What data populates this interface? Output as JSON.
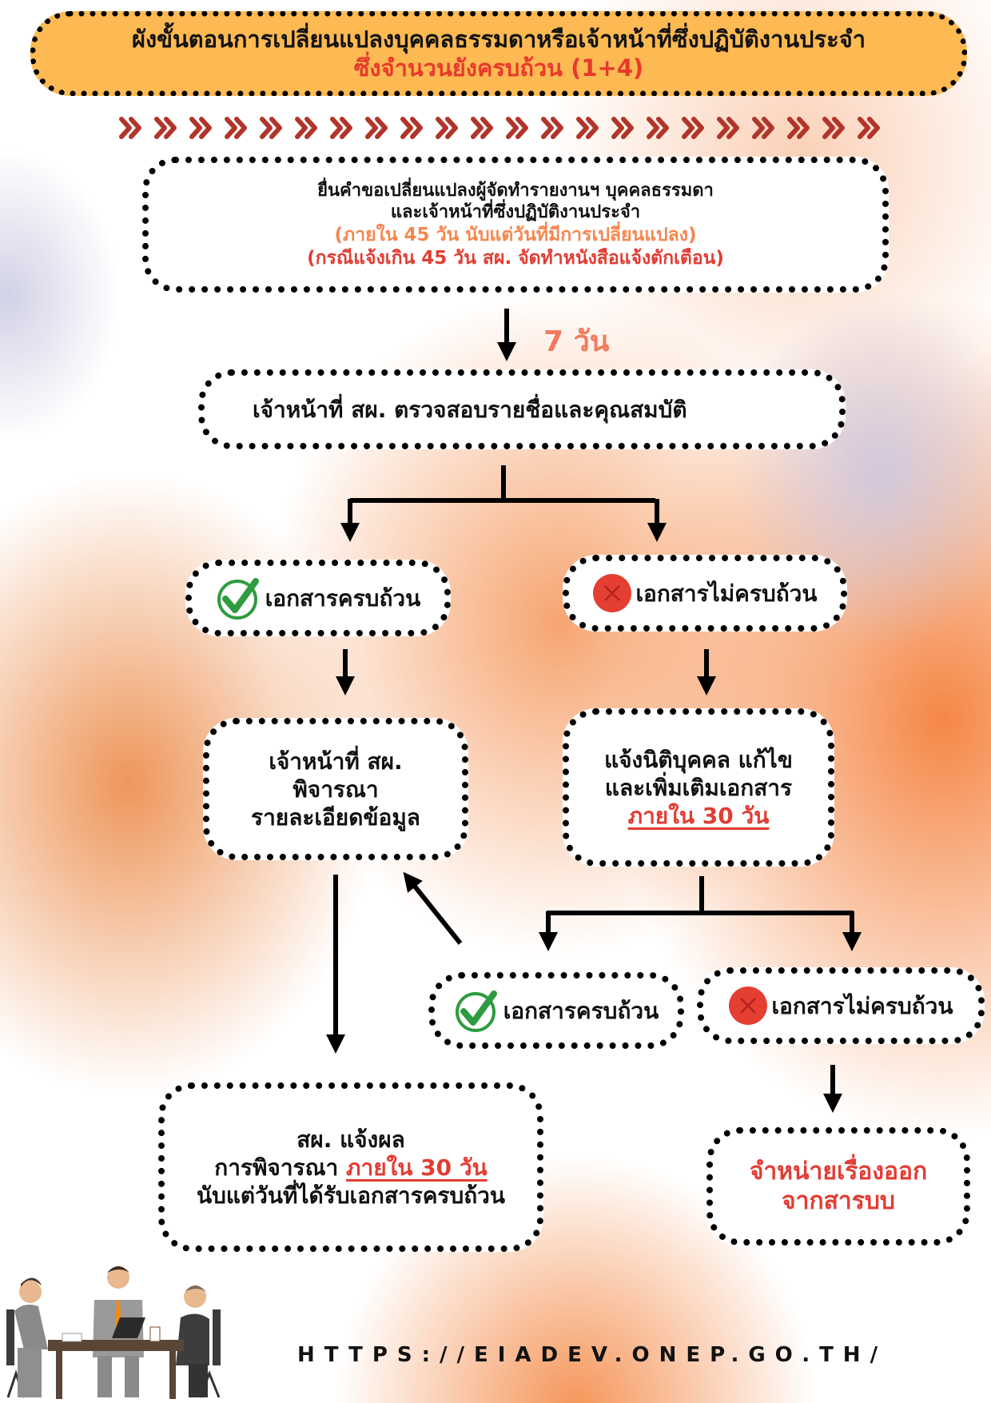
{
  "title": {
    "line1": "ผังขั้นตอนการเปลี่ยนแปลงบุคคลธรรมดาหรือเจ้าหน้าที่ซึ่งปฏิบัติงานประจำ",
    "line2": "ซึ่งจำนวนยังครบถ้วน (1+4)"
  },
  "decoration": {
    "chevron_count": 22,
    "chevron_color": "#b1352a",
    "chevron_icon": "double-chevron-right-icon"
  },
  "steps": {
    "submit": {
      "line1": "ยื่นคำขอเปลี่ยนแปลงผู้จัดทำรายงานฯ  บุคคลธรรมดา",
      "line2": "และเจ้าหน้าที่ซึ่งปฏิบัติงานประจำ",
      "line3": "(ภายใน 45 วัน นับแต่วันที่มีการเปลี่ยนแปลง)",
      "line4": "(กรณีแจ้งเกิน 45 วัน สผ. จัดทำหนังสือแจ้งตักเตือน)"
    },
    "duration_label": "7 วัน",
    "check": {
      "text": "เจ้าหน้าที่ สผ. ตรวจสอบรายชื่อและคุณสมบัติ"
    },
    "complete_1": {
      "text": "เอกสารครบถ้วน",
      "icon": "check-circle-icon"
    },
    "incomplete_1": {
      "text": "เอกสารไม่ครบถ้วน",
      "icon": "x-circle-icon"
    },
    "review": {
      "line1": "เจ้าหน้าที่ สผ.",
      "line2": "พิจารณา",
      "line3": "รายละเอียดข้อมูล"
    },
    "notify_fix": {
      "line1": "แจ้งนิติบุคคล แก้ไข",
      "line2": "และเพิ่มเติมเอกสาร",
      "line3": "ภายใน 30 วัน"
    },
    "complete_2": {
      "text": "เอกสารครบถ้วน",
      "icon": "check-circle-icon"
    },
    "incomplete_2": {
      "text": "เอกสารไม่ครบถ้วน",
      "icon": "x-circle-icon"
    },
    "result": {
      "line1": "สผ. แจ้งผล",
      "line2a": "การพิจารณา ",
      "line2b": "ภายใน 30 วัน",
      "line3": "นับแต่วันที่ได้รับเอกสารครบถ้วน"
    },
    "dismiss": {
      "line1": "จำหน่ายเรื่องออก",
      "line2": "จากสารบบ"
    }
  },
  "footer": {
    "url": "HTTPS://EIADEV.ONEP.GO.TH/",
    "illustration": "business-meeting-illustration"
  },
  "colors": {
    "title_bg": "#fdb952",
    "accent_red": "#e23c33",
    "accent_orange": "#f6864f",
    "check_green": "#2e9b3e"
  }
}
